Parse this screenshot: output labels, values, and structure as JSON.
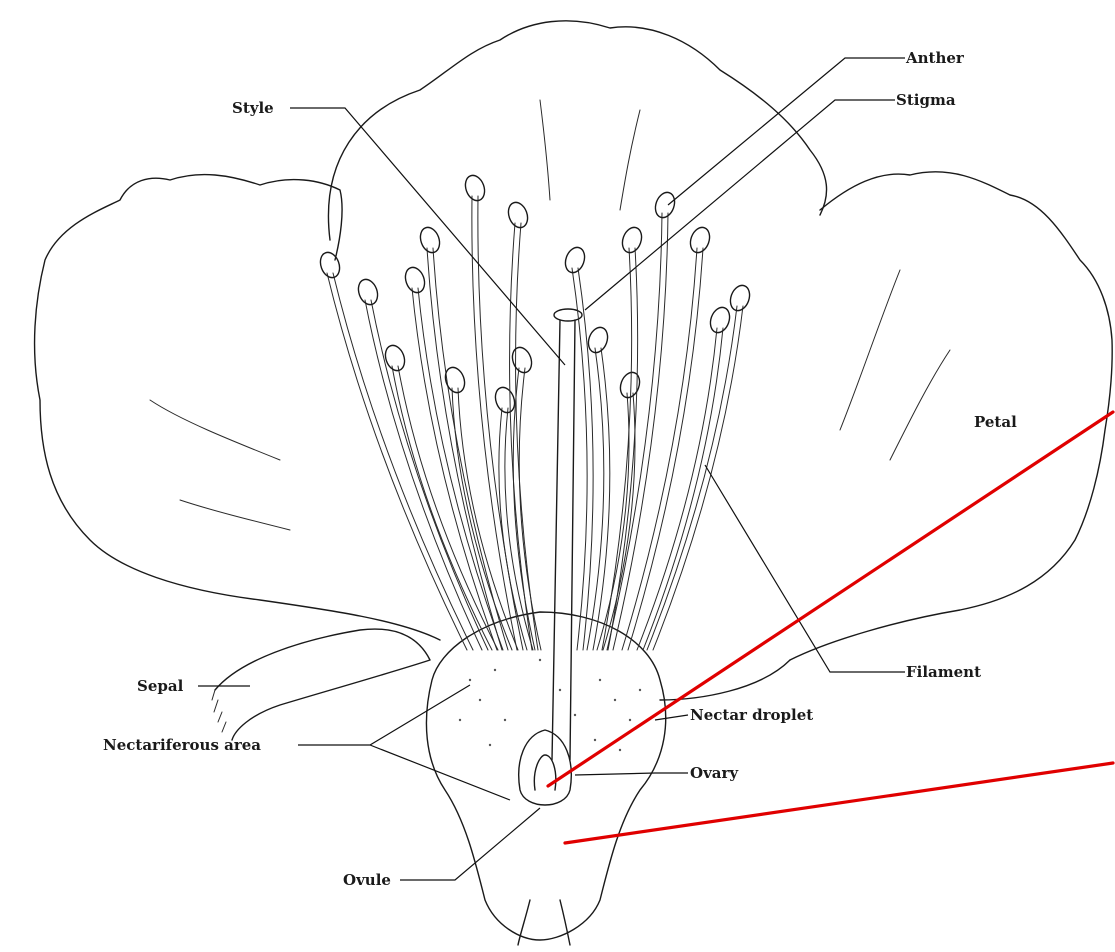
{
  "labels": {
    "style": "Style",
    "anther": "Anther",
    "stigma": "Stigma",
    "petal": "Petal",
    "filament": "Filament",
    "sepal": "Sepal",
    "nectar_droplet": "Nectar droplet",
    "nectariferous_area": "Nectariferous area",
    "ovary": "Ovary",
    "ovule": "Ovule"
  },
  "colors": {
    "ink": "#1a1a1a",
    "annotation_red": "#e00000",
    "background": "#ffffff"
  }
}
